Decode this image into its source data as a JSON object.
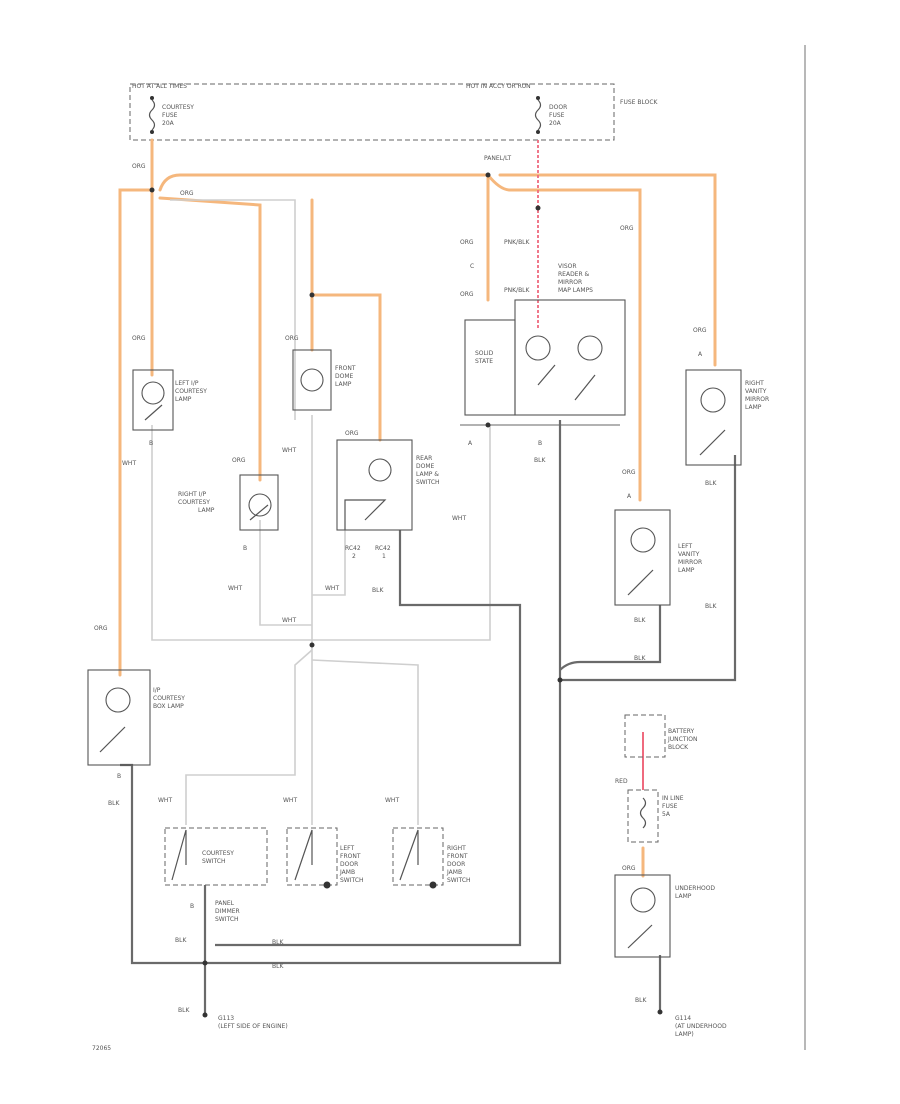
{
  "diagram": {
    "fuse_block_hot_top_left": "HOT AT ALL TIMES",
    "fuse_block_hot_top_right": "HOT IN ACCY OR RUN",
    "fuse_block_label": "FUSE BLOCK",
    "fuse_left": [
      "COURTESY",
      "FUSE",
      "20A"
    ],
    "fuse_right": [
      "DOOR",
      "FUSE",
      "20A"
    ],
    "splice_label": "PANEL/LT",
    "wire_colors": {
      "org": "ORG",
      "wht": "WHT",
      "blk": "BLK",
      "pnk_blk": "PNK/BLK",
      "red": "RED"
    },
    "components": {
      "left_courtesy_lamp": [
        "LEFT I/P",
        "COURTESY",
        "LAMP"
      ],
      "front_dome_lamp": [
        "FRONT",
        "DOME",
        "LAMP"
      ],
      "right_courtesy_lamp": [
        "RIGHT I/P",
        "COURTESY",
        "LAMP"
      ],
      "rear_dome_lamp": [
        "REAR",
        "DOME",
        "LAMP &",
        "SWITCH"
      ],
      "solid_state": [
        "SOLID",
        "STATE"
      ],
      "visor_mirror": [
        "VISOR",
        "READER &",
        "MIRROR",
        "MAP LAMPS"
      ],
      "right_vanity_mirror": [
        "RIGHT",
        "VANITY",
        "MIRROR",
        "LAMP"
      ],
      "left_vanity_mirror": [
        "LEFT",
        "VANITY",
        "MIRROR",
        "LAMP"
      ],
      "glove_box_lamp": [
        "I/P",
        "COURTESY",
        "BOX LAMP"
      ],
      "courtesy_switch": [
        "COURTESY",
        "SWITCH"
      ],
      "panel_dimmer": [
        "PANEL",
        "DIMMER",
        "SWITCH"
      ],
      "left_door_switch": [
        "LEFT",
        "FRONT",
        "DOOR",
        "JAMB",
        "SWITCH"
      ],
      "right_door_switch": [
        "RIGHT",
        "FRONT",
        "DOOR",
        "JAMB",
        "SWITCH"
      ],
      "battery_junction": [
        "BATTERY",
        "JUNCTION",
        "BLOCK"
      ],
      "inline_fuse": [
        "IN LINE",
        "FUSE",
        "5A"
      ],
      "underhood_lamp": [
        "UNDERHOOD",
        "LAMP"
      ]
    },
    "connectors": {
      "rear_c2": [
        "RC42",
        "2"
      ],
      "rear_c1": [
        "RC42",
        "1"
      ]
    },
    "pins": {
      "a": "A",
      "b": "B",
      "c": "C"
    },
    "ground_left": [
      "G113",
      "(LEFT SIDE OF ENGINE)"
    ],
    "ground_right": [
      "G114",
      "(AT UNDERHOOD",
      "LAMP)"
    ],
    "diagram_id": "72065"
  }
}
